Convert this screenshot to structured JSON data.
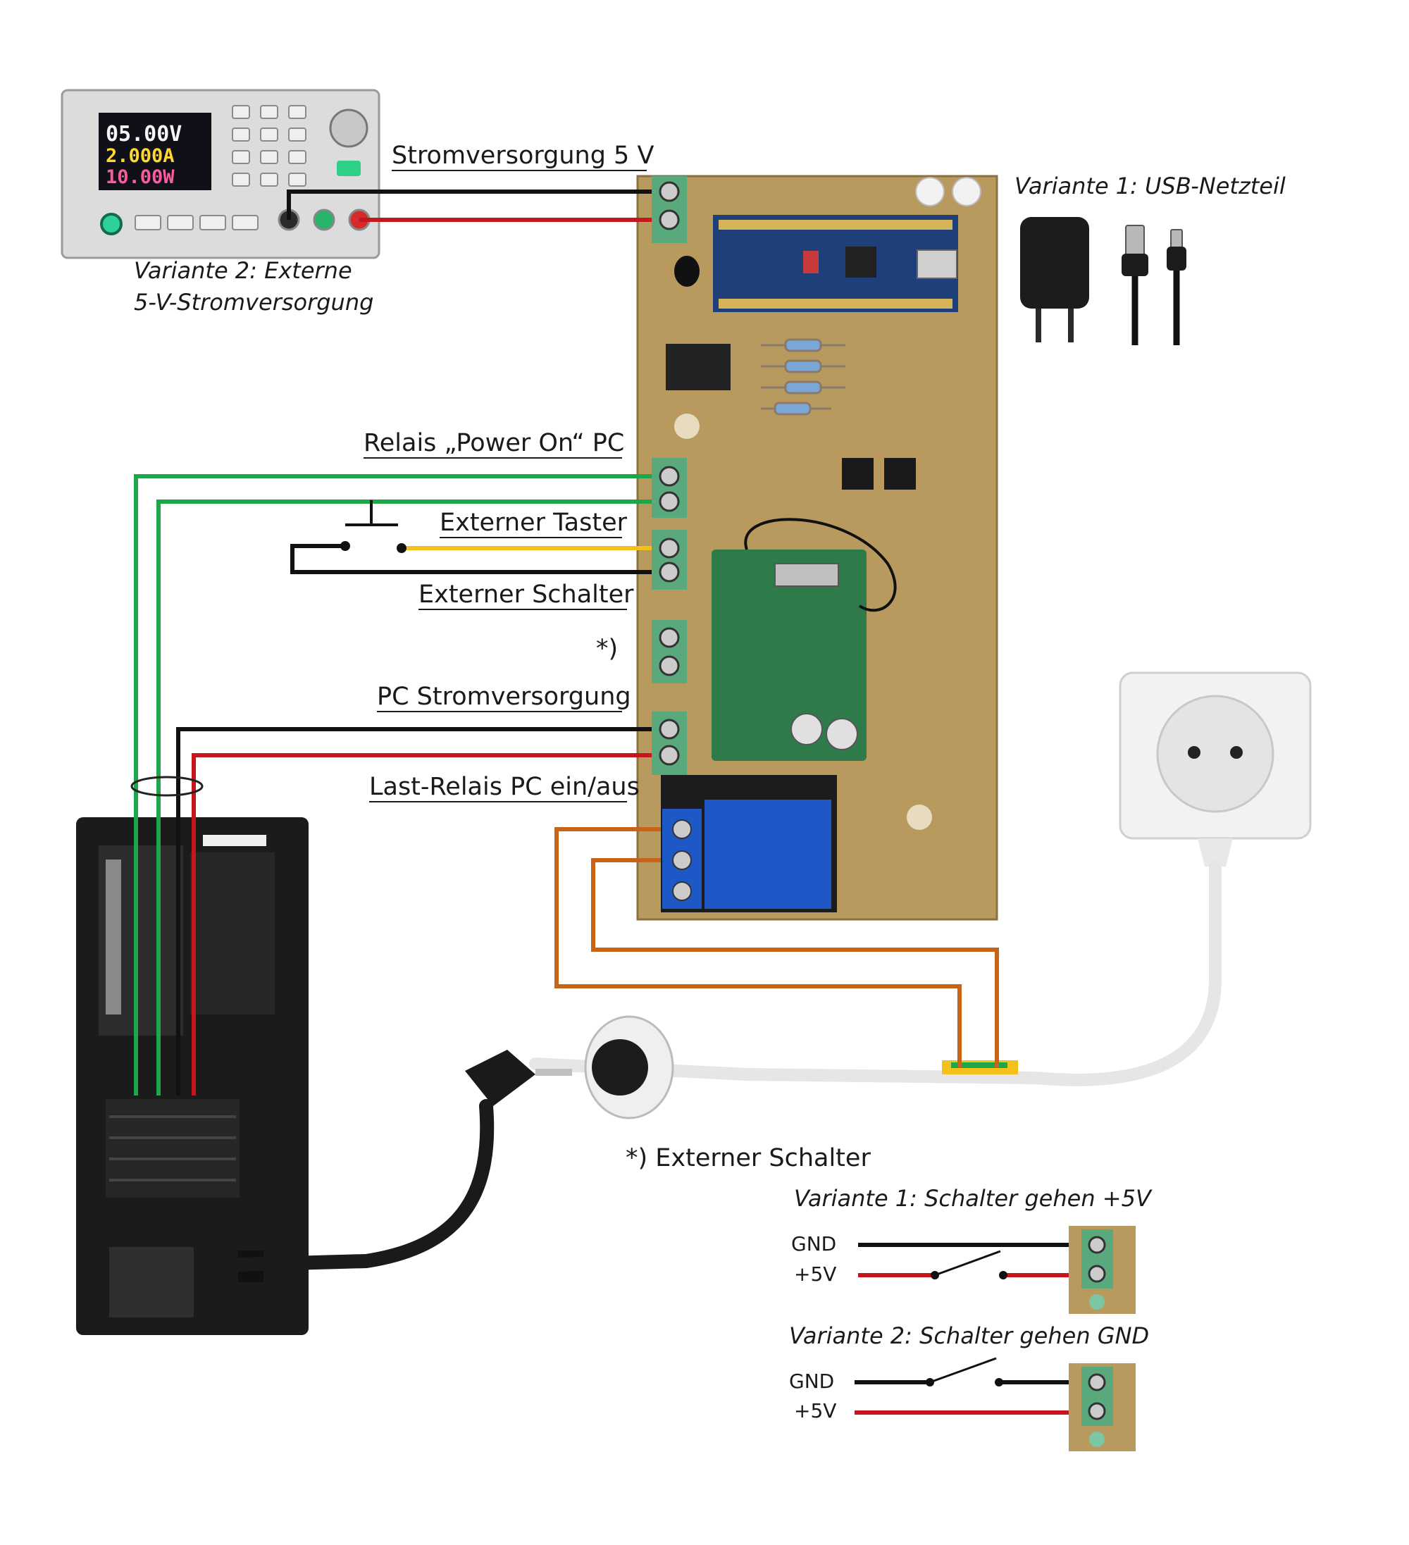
{
  "labels": {
    "stromversorgung": "Stromversorgung 5 V",
    "variante1_usb": "Variante 1: USB-Netzteil",
    "variante2_extern_line1": "Variante 2: Externe",
    "variante2_extern_line2": "5-V-Stromversorgung",
    "relais_power_on": "Relais „Power On“ PC",
    "externer_taster": "Externer Taster",
    "externer_schalter": "Externer Schalter",
    "footnote_marker": "*)",
    "pc_stromversorgung": "PC Stromversorgung",
    "last_relais": "Last-Relais PC ein/aus"
  },
  "psu_display": {
    "voltage": "05.00V",
    "current": "2.000A",
    "power": "10.00W"
  },
  "legend": {
    "heading": "*) Externer Schalter",
    "variant1": {
      "title": "Variante 1: Schalter gehen +5V",
      "gnd": "GND",
      "plus5v": "+5V"
    },
    "variant2": {
      "title": "Variante 2: Schalter gehen GND",
      "gnd": "GND",
      "plus5v": "+5V"
    }
  },
  "colors": {
    "wire_black": "#111111",
    "wire_red": "#c4161c",
    "wire_green": "#1ea64a",
    "wire_yellow": "#f2c21b",
    "wire_orange": "#c8631a",
    "pcb": "#b99a5e",
    "terminal_green": "#5aa97c",
    "terminal_blue": "#1e58c6"
  }
}
